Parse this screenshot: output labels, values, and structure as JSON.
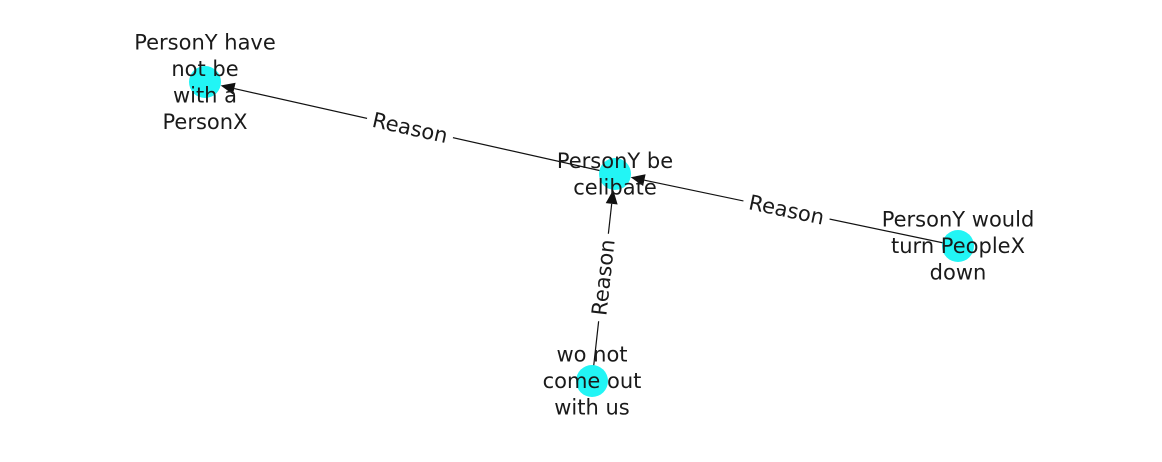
{
  "graph": {
    "nodes": [
      {
        "id": "personx_reject",
        "label_lines": [
          "PersonY have",
          "not be",
          "with a",
          "PersonX"
        ]
      },
      {
        "id": "celibate",
        "label_lines": [
          "PersonY be",
          "celibate"
        ]
      },
      {
        "id": "turn_down",
        "label_lines": [
          "PersonY would",
          "turn PeopleX",
          "down"
        ]
      },
      {
        "id": "come_out",
        "label_lines": [
          "wo not",
          "come out",
          "with us"
        ]
      }
    ],
    "edges": [
      {
        "id": "e1",
        "source": "celibate",
        "target": "personx_reject",
        "label": "Reason"
      },
      {
        "id": "e2",
        "source": "turn_down",
        "target": "celibate",
        "label": "Reason"
      },
      {
        "id": "e3",
        "source": "come_out",
        "target": "celibate",
        "label": "Reason"
      }
    ],
    "node_color": "#22f5f5",
    "edge_color": "#111111"
  }
}
